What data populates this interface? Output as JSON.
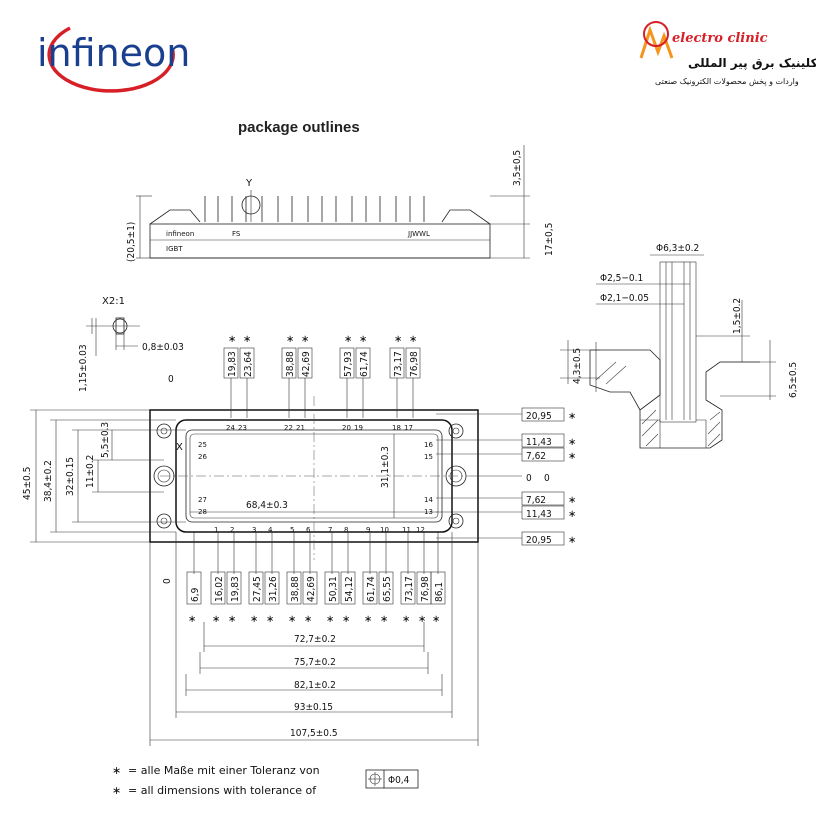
{
  "brand": {
    "infineon": "infineon",
    "clinic_name": "electro clinic",
    "clinic_farsi_1": "کلینیک برق پیر المللی",
    "clinic_farsi_2": "واردات و پخش محصولات الکترونیک صنعتی",
    "accent_red": "#d61f26",
    "accent_blue": "#1a3f8f",
    "accent_orange": "#f7941d"
  },
  "title": "package outlines",
  "side_view": {
    "axis_label": "Y",
    "label_infineon": "infineon",
    "label_fs": "FS",
    "label_jjwwl": "JJWWL",
    "label_igbt": "IGBT",
    "height_total": "(20,5±1)",
    "height_pins": "3,5±0,5",
    "height_body": "17±0,5"
  },
  "detail_x": {
    "label": "X2:1",
    "pin_width": "0,8±0.03",
    "pin_height": "1,15±0.03"
  },
  "section_view": {
    "d1": "Φ6,3±0.2",
    "d2": "Φ2,5−0.1",
    "d3": "Φ2,1−0.05",
    "h1": "1,5±0.2",
    "h2": "4,3±0.5",
    "h3": "6,5±0.5"
  },
  "top_view": {
    "zero": "0",
    "x_label": "X",
    "width_inner": "68,4±0.3",
    "height_inner": "31,1±0.3",
    "left_dims": [
      "45±0.5",
      "38,4±0.2",
      "32±0.15",
      "11±0.2",
      "5,5±0.3"
    ],
    "top_pin_dims": [
      [
        "19,83",
        "23,64"
      ],
      [
        "38,88",
        "42,69"
      ],
      [
        "57,93",
        "61,74"
      ],
      [
        "73,17",
        "76,98"
      ]
    ],
    "top_pin_numbers": [
      "24",
      "23",
      "22",
      "21",
      "20",
      "19",
      "18",
      "17"
    ],
    "right_dims": [
      "20,95",
      "11,43",
      "7,62",
      "0",
      "7,62",
      "11,43",
      "20,95"
    ],
    "right_pin_numbers": [
      "16",
      "15",
      "14",
      "13"
    ],
    "left_pin_numbers": [
      "25",
      "26",
      "27",
      "28"
    ],
    "bottom_pin_numbers": [
      "1",
      "2",
      "3",
      "4",
      "5",
      "6",
      "7",
      "8",
      "9",
      "10",
      "11",
      "12"
    ],
    "bottom_dims": [
      "6,9",
      "16,02",
      "19,83",
      "27,45",
      "31,26",
      "38,88",
      "42,69",
      "50,31",
      "54,12",
      "61,74",
      "65,55",
      "73,17",
      "76,98",
      "86,1"
    ],
    "width_dims": [
      "72,7±0.2",
      "75,7±0.2",
      "82,1±0.2",
      "93±0.15",
      "107,5±0.5"
    ]
  },
  "notes": {
    "star": "∗",
    "line_de": "= alle Maße mit einer Toleranz von",
    "line_en": "= all dimensions with tolerance of",
    "tolerance": "Φ0,4"
  }
}
